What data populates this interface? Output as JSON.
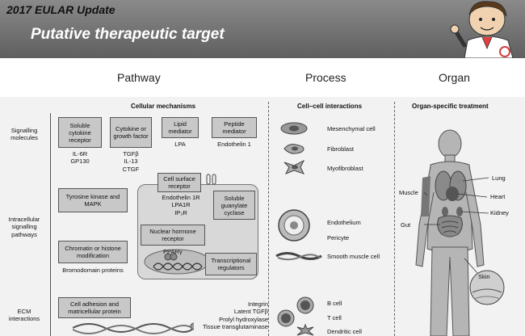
{
  "header": {
    "subtitle": "2017 EULAR Update",
    "title": "Putative therapeutic target"
  },
  "columns": {
    "pathway": "Pathway",
    "process": "Process",
    "organ": "Organ"
  },
  "sections": {
    "cellular": "Cellular mechanisms",
    "cellcell": "Cell–cell interactions",
    "organ": "Organ-specific treatment"
  },
  "rows": {
    "signalling": "Signalling molecules",
    "intracellular": "Intracellular signalling pathways",
    "ecm": "ECM interactions"
  },
  "signalling": {
    "soluble_receptor": "Soluble cytokine receptor",
    "soluble_receptor_items": "IL-6R\nGP130",
    "cytokine": "Cytokine or growth factor",
    "cytokine_items": "TGFβ\nIL-13\nCTGF",
    "lipid": "Lipid mediator",
    "lipid_items": "LPA",
    "peptide": "Peptide mediator",
    "peptide_items": "Endothelin 1"
  },
  "intracellular": {
    "tyrosine": "Tyrosine kinase and MAPK",
    "surface": "Cell surface receptor",
    "surface_items": "Endothelin 1R\nLPA1R\nIP₃R",
    "guanylate": "Soluble guanylate cyclase",
    "nuclear": "Nuclear hormone receptor",
    "ppar": "PPARγ",
    "transcription": "Transcriptional regulators",
    "chromatin": "Chromatin or histone modification",
    "bromodomain": "Bromodomain proteins"
  },
  "ecm": {
    "adhesion": "Cell adhesion and matricellular protein",
    "items": "Integrin\nLatent TGFβ\nProlyl hydroxylase\nTissue transglutaminase"
  },
  "cells": {
    "mesenchymal": "Mesenchymal cell",
    "fibroblast": "Fibroblast",
    "myofibroblast": "Myofibroblast",
    "endothelium": "Endothelium",
    "pericyte": "Pericyte",
    "smooth": "Smooth muscle cell",
    "bcell": "B cell",
    "tcell": "T cell",
    "dendritic": "Dendritic cell"
  },
  "organs": {
    "lung": "Lung",
    "muscle": "Muscle",
    "heart": "Heart",
    "kidney": "Kidney",
    "gut": "Gut",
    "skin": "Skin"
  },
  "colors": {
    "header": "#6e6e6e",
    "box": "#c8c8c8",
    "panel": "#f2f2f2"
  }
}
